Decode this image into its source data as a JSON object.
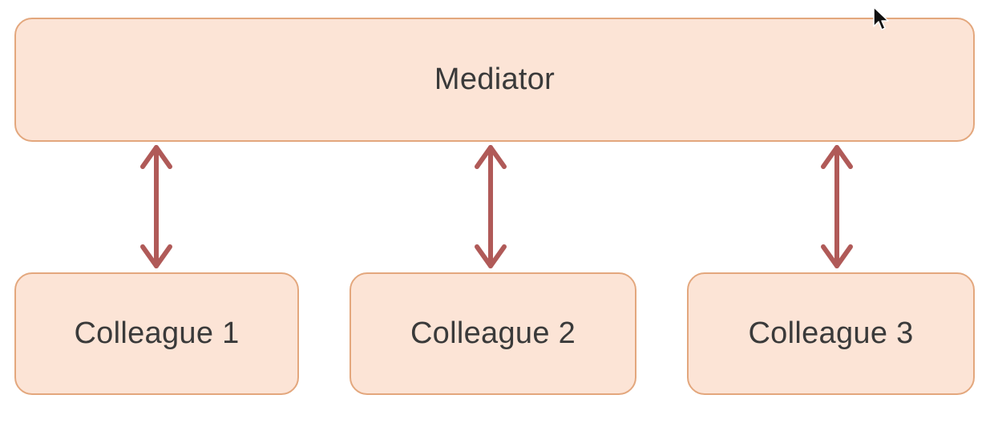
{
  "mediator": {
    "label": "Mediator"
  },
  "colleagues": [
    {
      "label": "Colleague 1"
    },
    {
      "label": "Colleague 2"
    },
    {
      "label": "Colleague 3"
    }
  ],
  "colors": {
    "box_fill": "#fce4d6",
    "box_border": "#e3a77d",
    "arrow": "#b05a58",
    "text": "#3a3a3a"
  }
}
